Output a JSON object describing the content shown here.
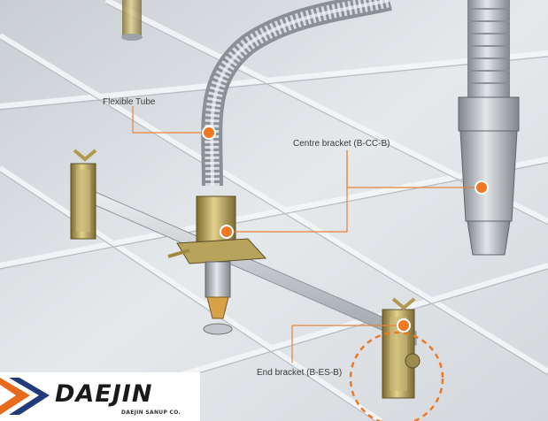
{
  "callouts": {
    "flexible_tube": "Flexible Tube",
    "centre_bracket": "Centre bracket (B-CC-B)",
    "end_bracket": "End bracket (B-ES-B)"
  },
  "logo": {
    "wordmark": "DAEJIN",
    "subtitle": "DAEJIN SANUP CO."
  },
  "colors": {
    "accent": "#f07822",
    "leader_line": "#e8833a",
    "ceiling": "#e4e7ea",
    "rail": "#b9bec3",
    "metal": "#a9adb1",
    "brass": "#b8a25a"
  },
  "icons": {
    "logo_mark": "chevron-icon"
  }
}
